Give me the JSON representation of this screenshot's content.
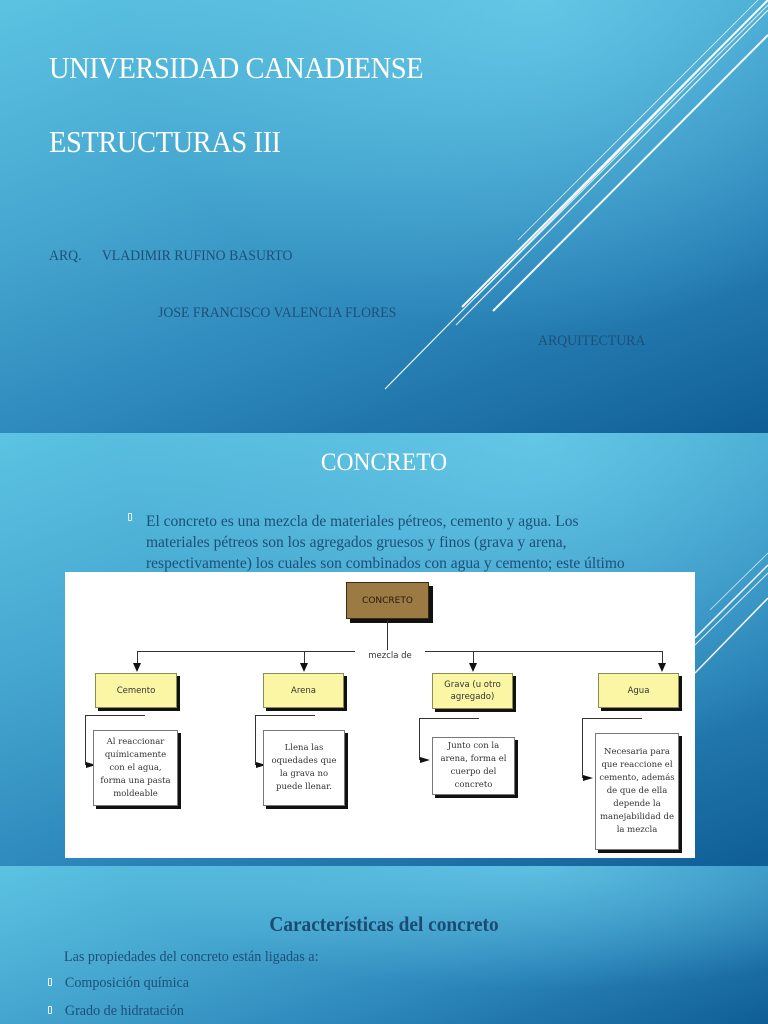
{
  "slide1": {
    "title": "UNIVERSIDAD CANADIENSE",
    "subtitle": "ESTRUCTURAS III",
    "professor_prefix": "ARQ.",
    "professor_name": "VLADIMIR RUFINO BASURTO",
    "student_name": "JOSE FRANCISCO VALENCIA FLORES",
    "career": "ARQUITECTURA"
  },
  "slide2": {
    "title": "CONCRETO",
    "bullet_icon": "square-bullet-icon",
    "bullet_text": "El concreto es una mezcla de materiales pétreos, cemento y agua. Los materiales pétreos son los agregados gruesos y finos (grava y arena, respectivamente) los cuales son combinados con agua y cemento; este último",
    "diagram": {
      "root": "CONCRETO",
      "connector": "mezcla de",
      "components": [
        {
          "label": "Cemento",
          "description": "Al reaccionar químicamente con el agua, forma una pasta moldeable"
        },
        {
          "label": "Arena",
          "description": "Llena las oquedades que la grava no puede llenar."
        },
        {
          "label": "Grava (u otro agregado)",
          "description": "Junto con la arena, forma el cuerpo del concreto"
        },
        {
          "label": "Agua",
          "description": "Necesaria para que reaccione el cemento, además de que de ella depende la manejabilidad de la mezcla"
        }
      ],
      "colors": {
        "root_fill": "#9c7a44",
        "component_fill": "#fbf6a4",
        "description_fill": "#ffffff"
      }
    }
  },
  "slide3": {
    "title": "Características del concreto",
    "intro": "Las propiedades del concreto están ligadas a:",
    "items": [
      "Composición química",
      "Grado de hidratación"
    ]
  },
  "theme": {
    "background_light": "#5cc3e2",
    "background_dark": "#0f5e96",
    "title_color": "#ffffff",
    "body_text_color": "#1e4f77"
  }
}
